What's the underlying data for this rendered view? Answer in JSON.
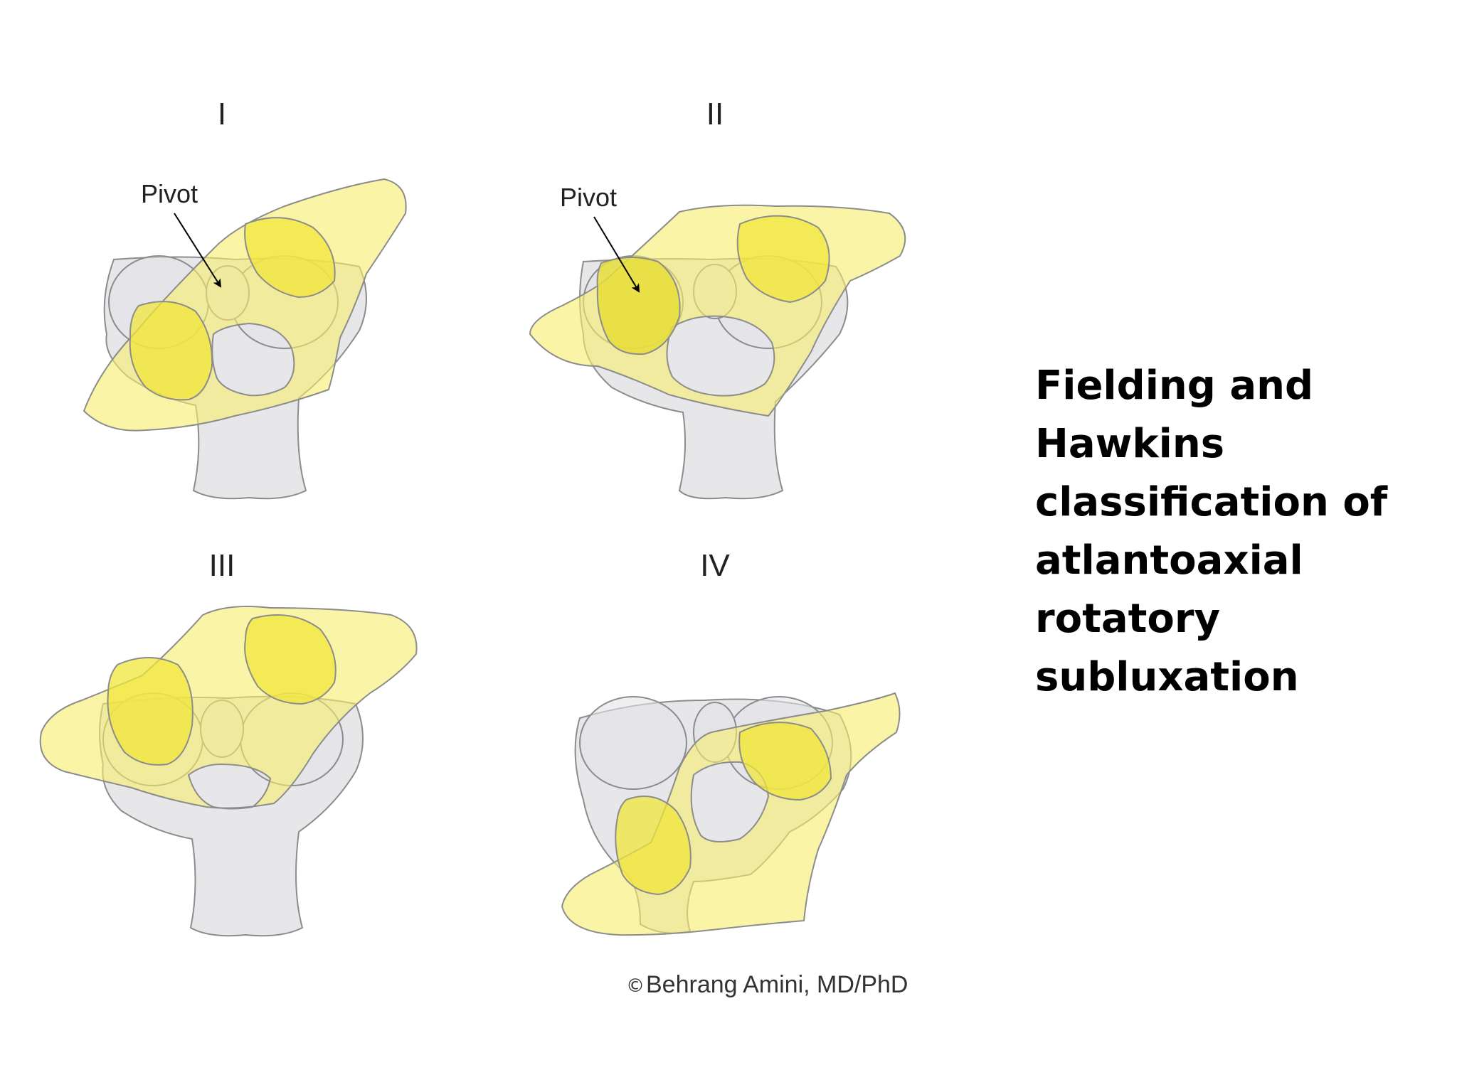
{
  "panels": [
    {
      "label": "I",
      "annotation": "Pivot"
    },
    {
      "label": "II",
      "annotation": "Pivot"
    },
    {
      "label": "III"
    },
    {
      "label": "IV"
    }
  ],
  "credit": "Behrang Amini, MD/PhD",
  "credit_symbol": "©",
  "title_lines": [
    "Fielding and",
    "Hawkins",
    "classification of",
    "atlantoaxial",
    "rotatory",
    "subluxation"
  ],
  "colors": {
    "atlas_fill": "#f7ef6a",
    "facet_fill": "#f0e63a",
    "axis_fill": "#e4e4e8",
    "outline": "#8c8c8c",
    "text": "#000000"
  }
}
